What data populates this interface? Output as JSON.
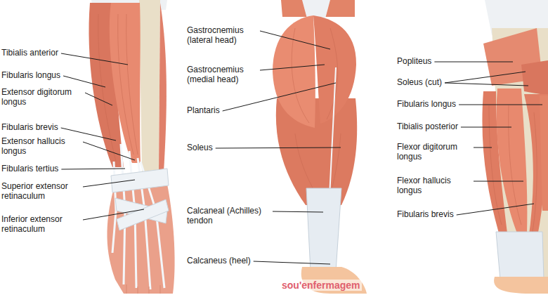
{
  "diagram": {
    "labels": [
      "Tibialis anterior",
      "Fibularis longus",
      "Extensor digitorum longus",
      "Fibularis brevis",
      "Extensor hallucis longus",
      "Fibularis tertius",
      "Superior extensor retinaculum",
      "Inferior extensor retinaculum",
      "Gastrocnemius (lateral head)",
      "Gastrocnemius (medial head)",
      "Plantaris",
      "Soleus",
      "Calcaneal (Achilles) tendon",
      "Calcaneus (heel)",
      "Popliteus",
      "Soleus (cut)",
      "Fibularis longus",
      "Tibialis posterior",
      "Flexor digitorum longus",
      "Flexor hallucis longus",
      "Fibularis brevis",
      "sou'enfermagem"
    ]
  }
}
